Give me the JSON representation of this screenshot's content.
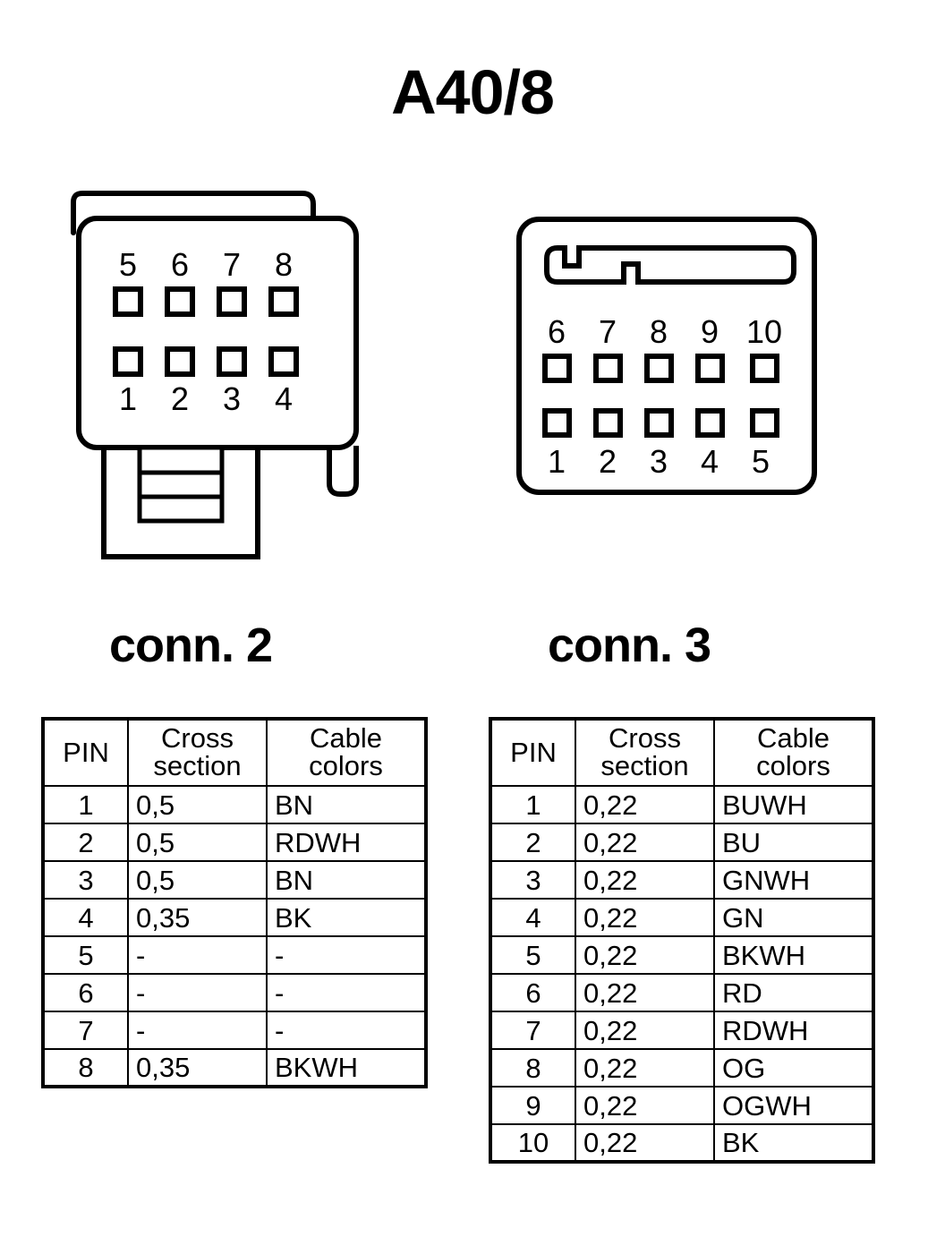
{
  "title": "A40/8",
  "connectors": [
    {
      "id": "conn2",
      "heading": "conn. 2",
      "shape": "8-way-rectangular-housing-with-latch",
      "top_row_labels": [
        "5",
        "6",
        "7",
        "8"
      ],
      "bottom_row_labels": [
        "1",
        "2",
        "3",
        "4"
      ],
      "pin_count": 8
    },
    {
      "id": "conn3",
      "heading": "conn. 3",
      "shape": "10-way-rectangular-housing-with-keyed-slot",
      "top_row_labels": [
        "6",
        "7",
        "8",
        "9",
        "10"
      ],
      "bottom_row_labels": [
        "1",
        "2",
        "3",
        "4",
        "5"
      ],
      "pin_count": 10
    }
  ],
  "tables": {
    "columns": [
      "PIN",
      "Cross section",
      "Cable colors"
    ],
    "column_header_lines": [
      [
        "PIN",
        ""
      ],
      [
        "Cross",
        "section"
      ],
      [
        "Cable",
        "colors"
      ]
    ],
    "conn2": {
      "rows": [
        {
          "pin": "1",
          "cross_section": "0,5",
          "cable_colors": "BN"
        },
        {
          "pin": "2",
          "cross_section": "0,5",
          "cable_colors": "RDWH"
        },
        {
          "pin": "3",
          "cross_section": "0,5",
          "cable_colors": "BN"
        },
        {
          "pin": "4",
          "cross_section": "0,35",
          "cable_colors": "BK"
        },
        {
          "pin": "5",
          "cross_section": "-",
          "cable_colors": "-"
        },
        {
          "pin": "6",
          "cross_section": "-",
          "cable_colors": "-"
        },
        {
          "pin": "7",
          "cross_section": "-",
          "cable_colors": "-"
        },
        {
          "pin": "8",
          "cross_section": "0,35",
          "cable_colors": "BKWH"
        }
      ]
    },
    "conn3": {
      "rows": [
        {
          "pin": "1",
          "cross_section": "0,22",
          "cable_colors": "BUWH"
        },
        {
          "pin": "2",
          "cross_section": "0,22",
          "cable_colors": "BU"
        },
        {
          "pin": "3",
          "cross_section": "0,22",
          "cable_colors": "GNWH"
        },
        {
          "pin": "4",
          "cross_section": "0,22",
          "cable_colors": "GN"
        },
        {
          "pin": "5",
          "cross_section": "0,22",
          "cable_colors": "BKWH"
        },
        {
          "pin": "6",
          "cross_section": "0,22",
          "cable_colors": "RD"
        },
        {
          "pin": "7",
          "cross_section": "0,22",
          "cable_colors": "RDWH"
        },
        {
          "pin": "8",
          "cross_section": "0,22",
          "cable_colors": "OG"
        },
        {
          "pin": "9",
          "cross_section": "0,22",
          "cable_colors": "OGWH"
        },
        {
          "pin": "10",
          "cross_section": "0,22",
          "cable_colors": "BK"
        }
      ]
    }
  },
  "colors": {
    "ink": "#000000",
    "background": "#ffffff"
  }
}
